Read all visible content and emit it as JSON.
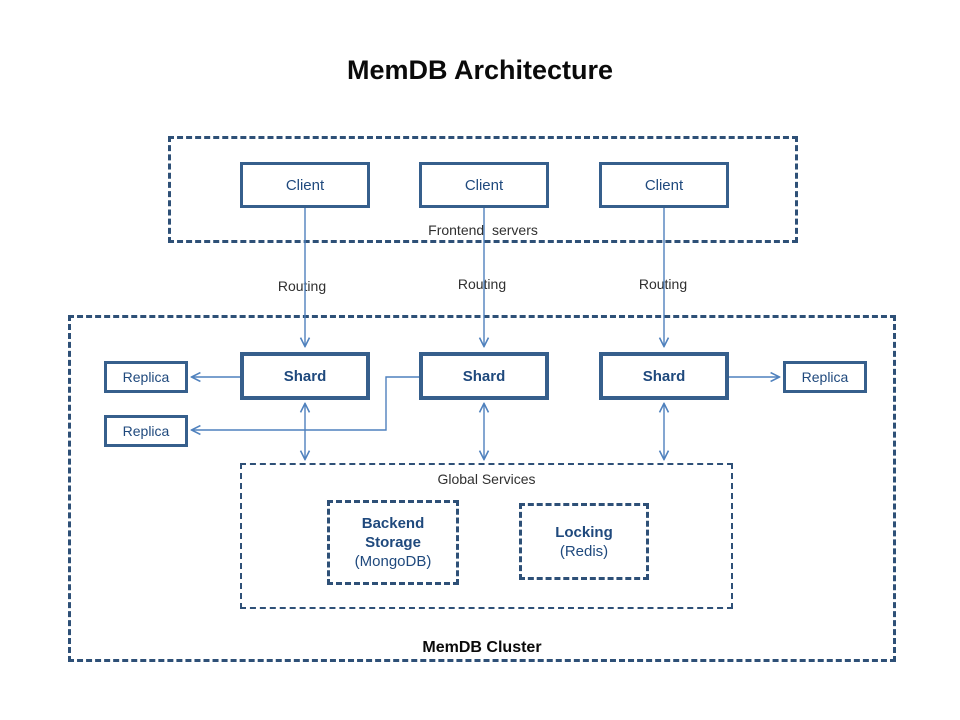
{
  "title": "MemDB Architecture",
  "colors": {
    "solid_border": "#365f8c",
    "dashed_border": "#2e5077",
    "node_text": "#1f497d",
    "arrow": "#4f81bd",
    "heading_text": "#0a0a0a",
    "label_text": "#303030",
    "background": "#ffffff"
  },
  "frontend": {
    "label": "Frontend  servers",
    "clients": [
      {
        "label": "Client"
      },
      {
        "label": "Client"
      },
      {
        "label": "Client"
      }
    ]
  },
  "routing": [
    "Routing",
    "Routing",
    "Routing"
  ],
  "cluster": {
    "label": "MemDB Cluster",
    "shards": [
      {
        "label": "Shard"
      },
      {
        "label": "Shard"
      },
      {
        "label": "Shard"
      }
    ],
    "replicas": [
      {
        "label": "Replica"
      },
      {
        "label": "Replica"
      },
      {
        "label": "Replica"
      }
    ],
    "global_services": {
      "label": "Global Services",
      "backend_storage": {
        "title": "Backend Storage",
        "subtitle": "(MongoDB)"
      },
      "locking": {
        "title": "Locking",
        "subtitle": "(Redis)"
      }
    }
  }
}
